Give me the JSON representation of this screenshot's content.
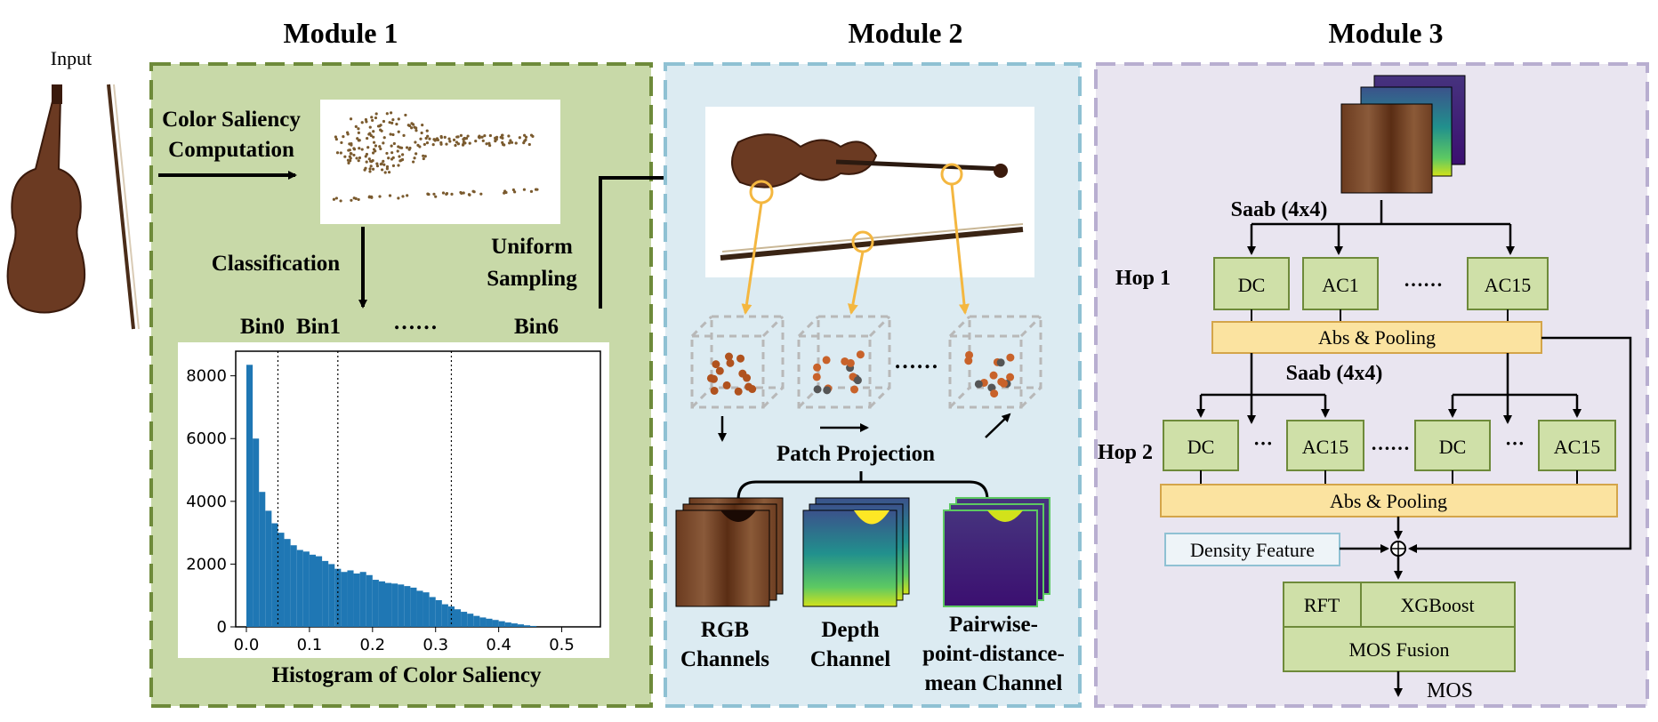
{
  "input_label": "Input",
  "module1": {
    "title": "Module 1",
    "color_saliency": [
      "Color Saliency",
      "Computation"
    ],
    "classification": "Classification",
    "uniform_sampling": [
      "Uniform",
      "Sampling"
    ],
    "bins": [
      "Bin0",
      "Bin1",
      "……",
      "Bin6"
    ],
    "histogram_caption": "Histogram of Color Saliency",
    "colors": {
      "fill": "#c8d9a8",
      "border": "#6e8a3a",
      "bar": "#1f77b4"
    }
  },
  "module2": {
    "title": "Module 2",
    "ellipsis": "……",
    "patch_projection": "Patch Projection",
    "channels": [
      [
        "RGB",
        "Channels"
      ],
      [
        "Depth",
        "Channel"
      ],
      [
        "Pairwise-",
        "point-distance-",
        "mean Channel"
      ]
    ],
    "colors": {
      "fill": "#dcebf2",
      "border": "#8fc1d3",
      "arrow": "#f4b740"
    }
  },
  "module3": {
    "title": "Module 3",
    "saab1": "Saab (4x4)",
    "saab2": "Saab (4x4)",
    "hop1": "Hop 1",
    "hop2": "Hop 2",
    "hop1_boxes": [
      "DC",
      "AC1",
      "……",
      "AC15"
    ],
    "hop2_boxes": [
      "DC",
      "···",
      "AC15",
      "……",
      "DC",
      "···",
      "AC15"
    ],
    "abs_pooling": "Abs & Pooling",
    "density_feature": "Density Feature",
    "rft": "RFT",
    "xgboost": "XGBoost",
    "mos_fusion": "MOS Fusion",
    "mos": "MOS",
    "colors": {
      "fill": "#e9e5f0",
      "border": "#b8aed0",
      "box": "#cfe0a8",
      "pool": "#fbe3a0"
    }
  },
  "chart_data": {
    "type": "bar",
    "title": "Histogram of Color Saliency",
    "xlabel": "",
    "ylabel": "",
    "xlim": [
      0.0,
      0.55
    ],
    "ylim": [
      0,
      8500
    ],
    "xticks": [
      "0.0",
      "0.1",
      "0.2",
      "0.3",
      "0.4",
      "0.5"
    ],
    "yticks": [
      "0",
      "2000",
      "4000",
      "6000",
      "8000"
    ],
    "bin_edges_vlines": [
      0.05,
      0.145,
      0.325
    ],
    "bin_width": 0.01,
    "x": [
      0.005,
      0.015,
      0.025,
      0.035,
      0.045,
      0.055,
      0.065,
      0.075,
      0.085,
      0.095,
      0.105,
      0.115,
      0.125,
      0.135,
      0.145,
      0.155,
      0.165,
      0.175,
      0.185,
      0.195,
      0.205,
      0.215,
      0.225,
      0.235,
      0.245,
      0.255,
      0.265,
      0.275,
      0.285,
      0.295,
      0.305,
      0.315,
      0.325,
      0.335,
      0.345,
      0.355,
      0.365,
      0.375,
      0.385,
      0.395,
      0.405,
      0.415,
      0.425,
      0.435,
      0.445,
      0.455
    ],
    "values": [
      8350,
      6000,
      4300,
      3700,
      3300,
      3000,
      2800,
      2600,
      2450,
      2400,
      2300,
      2250,
      2100,
      2000,
      1850,
      1750,
      1800,
      1700,
      1750,
      1650,
      1500,
      1450,
      1400,
      1380,
      1350,
      1300,
      1250,
      1150,
      1100,
      950,
      850,
      720,
      650,
      560,
      480,
      420,
      350,
      300,
      260,
      220,
      180,
      140,
      110,
      80,
      50,
      30
    ]
  }
}
